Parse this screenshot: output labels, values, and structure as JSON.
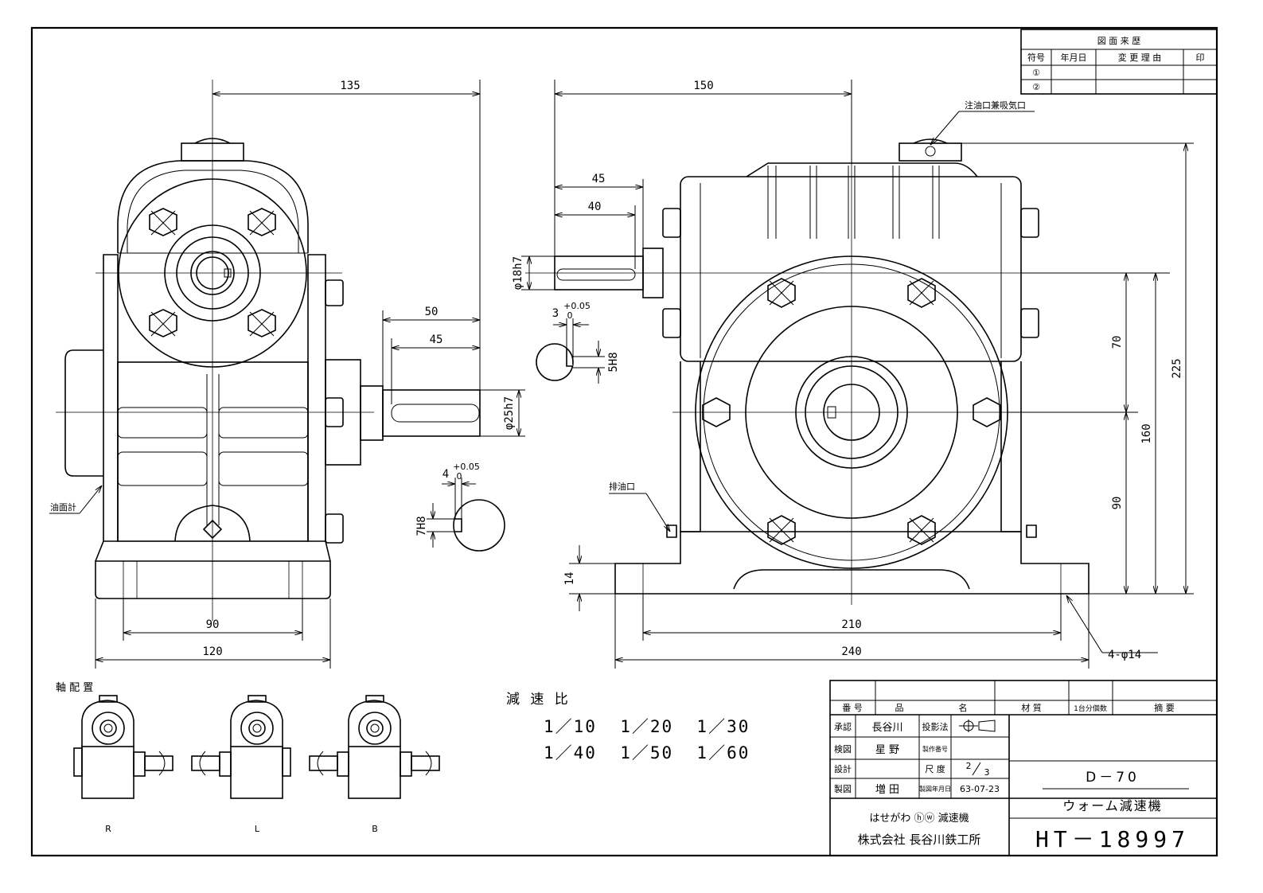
{
  "revision_table": {
    "title": "図 面 来 歴",
    "headers": [
      "符号",
      "年月日",
      "変 更 理 由",
      "印"
    ],
    "rows": [
      [
        "①",
        "",
        "",
        ""
      ],
      [
        "②",
        "",
        "",
        ""
      ]
    ]
  },
  "dimensions": {
    "left_top": "135",
    "left_shaft_50": "50",
    "left_shaft_45": "45",
    "left_shaft_dia": "φ25h7",
    "left_base_90": "90",
    "left_base_120": "120",
    "right_top_150": "150",
    "right_shaft_45": "45",
    "right_shaft_40": "40",
    "right_shaft_dia": "φ18h7",
    "right_height_70": "70",
    "right_height_90": "90",
    "right_height_160": "160",
    "right_height_225": "225",
    "right_base_14": "14",
    "right_base_210": "210",
    "right_base_240": "240",
    "right_holes": "4-φ14",
    "key_small_width": "3",
    "key_small_tol": "+0.05",
    "key_small_tol0": "0",
    "key_small_depth": "5H8",
    "key_large_width": "4",
    "key_large_tol": "+0.05",
    "key_large_tol0": "0",
    "key_large_depth": "7H8"
  },
  "labels": {
    "oil_inlet": "注油口兼吸気口",
    "oil_drain": "排油口",
    "oil_gauge": "油面計",
    "shaft_arrangement": "軸 配 置",
    "arrangement_R": "R",
    "arrangement_L": "L",
    "arrangement_B": "B"
  },
  "reduction": {
    "title": "減 速 比",
    "row1": "1／10  1／20  1／30",
    "row2": "1／40  1／50  1／60"
  },
  "title_block": {
    "col_number": "番 号",
    "col_name_a": "品",
    "col_name_b": "名",
    "col_material": "材 質",
    "col_qty": "1台分個数",
    "col_note": "摘 要",
    "approve_label": "承認",
    "approve_name": "長谷川",
    "check_label": "検図",
    "check_name": "星 野",
    "design_label": "設計",
    "design_name": "",
    "draw_label": "製図",
    "draw_name": "増 田",
    "projection_label": "投影法",
    "drawing_no_label": "製作番号",
    "scale_label": "尺 度",
    "scale_num": "2",
    "scale_den": "3",
    "date_label": "製図年月日",
    "date_value": "63-07-23",
    "model": "D－70",
    "product": "ウォーム減速機",
    "company_brand": "はせがわ ⓗⓦ 減速機",
    "company_name": "株式会社 長谷川鉄工所",
    "drawing_number": "HT－18997"
  }
}
